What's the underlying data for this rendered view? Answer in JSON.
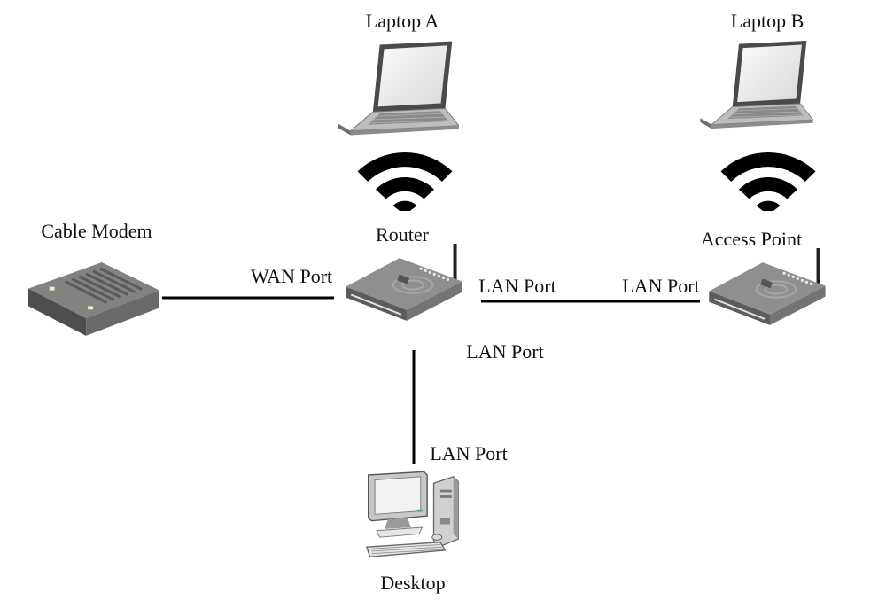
{
  "devices": {
    "laptop_a": "Laptop A",
    "laptop_b": "Laptop B",
    "cable_modem": "Cable Modem",
    "router": "Router",
    "access_point": "Access Point",
    "desktop": "Desktop"
  },
  "ports": {
    "router_wan": "WAN Port",
    "router_lan_right": "LAN Port",
    "ap_lan": "LAN Port",
    "router_lan_down": "LAN Port",
    "desktop_lan": "LAN Port"
  },
  "icons": {
    "laptop": "laptop-icon",
    "wifi": "wifi-icon",
    "router": "router-icon",
    "modem": "modem-icon",
    "desktop": "desktop-computer-icon"
  },
  "colors": {
    "line": "#000000",
    "device_dark": "#5a5a5a",
    "device_light": "#d4d4d4"
  }
}
